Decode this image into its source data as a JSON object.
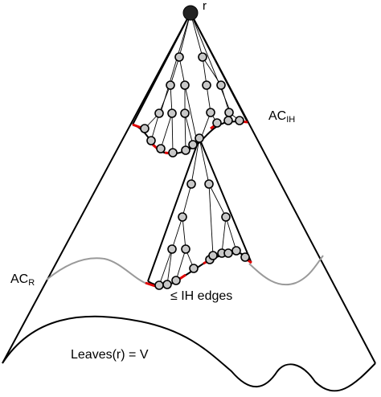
{
  "labels": {
    "root": "r",
    "ac_ih_main": "AC",
    "ac_ih_sub": "IH",
    "ac_r_main": "AC",
    "ac_r_sub": "R",
    "ih_edges": "≤ IH edges",
    "leaves": "Leaves(r) = V"
  },
  "colors": {
    "outline": "#000000",
    "node_fill": "#c8c8c8",
    "highlight_edge": "#e00000",
    "ac_r_curve": "#9a9a9a",
    "background": "#ffffff"
  }
}
